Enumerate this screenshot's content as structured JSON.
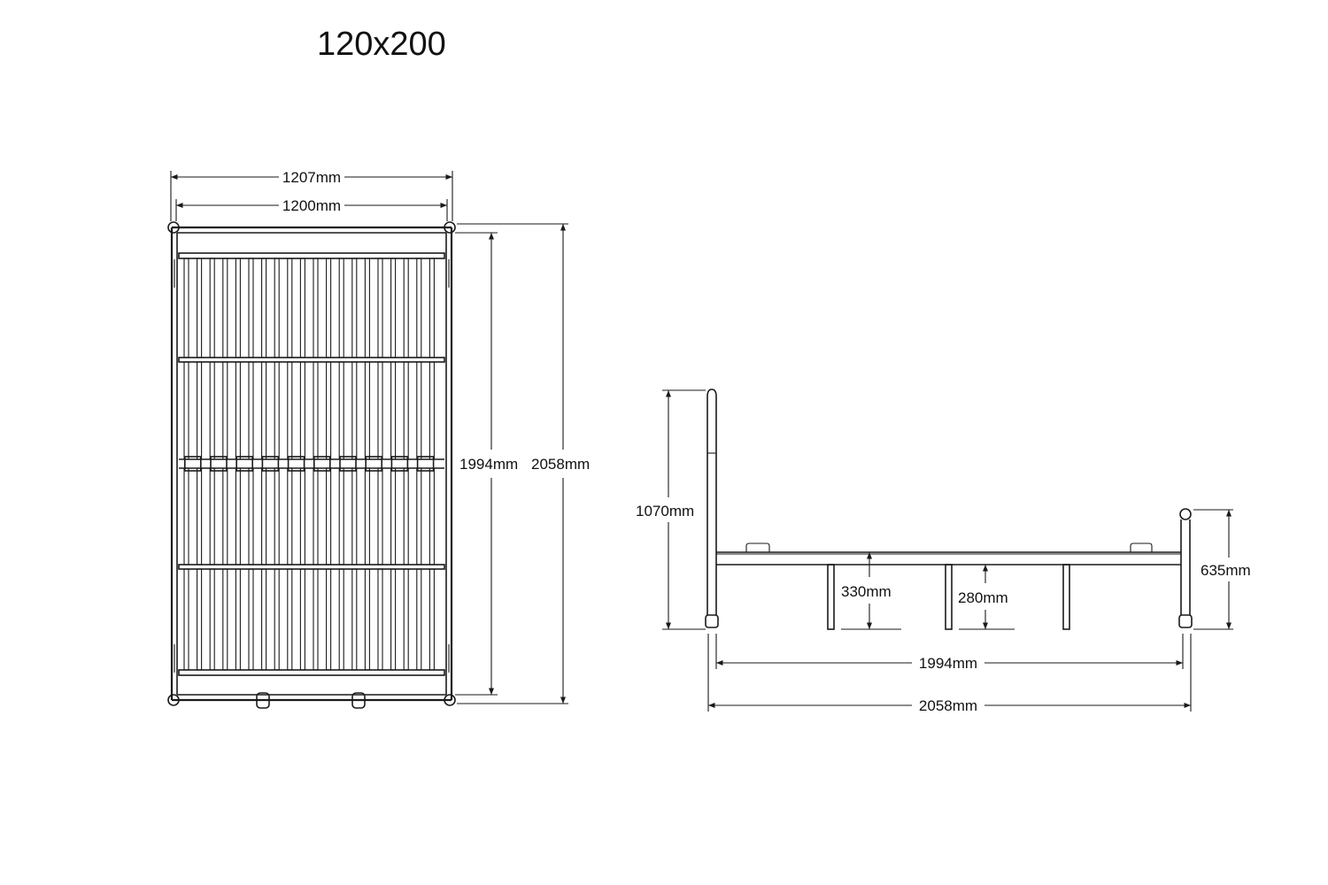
{
  "title": "120x200",
  "top_view": {
    "width_outer": "1207mm",
    "width_inner": "1200mm",
    "length_inner": "1994mm",
    "length_outer": "2058mm"
  },
  "side_view": {
    "headboard_height": "1070mm",
    "footboard_height": "635mm",
    "leg_height_330": "330mm",
    "leg_height_280": "280mm",
    "length_inner": "1994mm",
    "length_outer": "2058mm"
  }
}
